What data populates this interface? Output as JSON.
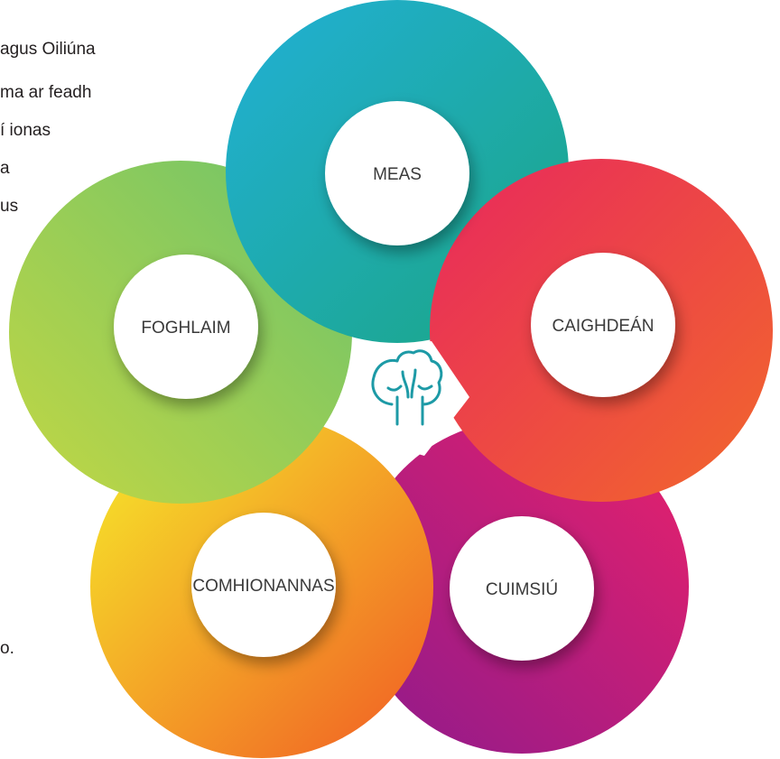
{
  "body_text_fragments": [
    "agus Oiliúna",
    "ma ar feadh",
    "í ionas",
    "a",
    "us",
    "o."
  ],
  "values": [
    {
      "label": "MEAS",
      "colors": [
        "#21b0d6",
        "#1ba583"
      ]
    },
    {
      "label": "CAIGHDEÁN",
      "colors": [
        "#e8285d",
        "#f2682b"
      ]
    },
    {
      "label": "CUIMSIÚ",
      "colors": [
        "#e8216b",
        "#8e1a8c"
      ]
    },
    {
      "label": "COMHIONANNAS",
      "colors": [
        "#f6ed2a",
        "#f15a24"
      ]
    },
    {
      "label": "FOGHLAIM",
      "colors": [
        "#6cc36b",
        "#c3d743"
      ]
    }
  ],
  "center_icon": "heads-tree-icon",
  "icon_color": "#1d9aa6"
}
